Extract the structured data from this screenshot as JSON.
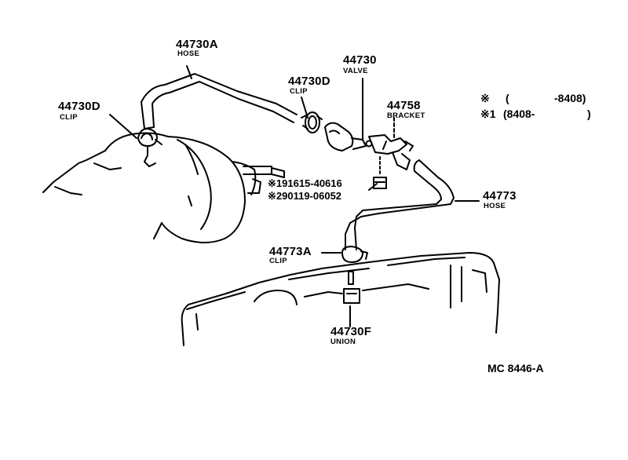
{
  "labels": {
    "hose_a": {
      "part": "44730A",
      "name": "HOSE"
    },
    "clip_d_left": {
      "part": "44730D",
      "name": "CLIP"
    },
    "clip_d_center": {
      "part": "44730D",
      "name": "CLIP"
    },
    "valve": {
      "part": "44730",
      "name": "VALVE"
    },
    "bracket": {
      "part": "44758",
      "name": "BRACKET"
    },
    "hose_b": {
      "part": "44773",
      "name": "HOSE"
    },
    "clip_a": {
      "part": "44773A",
      "name": "CLIP"
    },
    "union": {
      "part": "44730F",
      "name": "UNION"
    }
  },
  "alt_parts": [
    "※191615-40616",
    "※290119-06052"
  ],
  "legend": {
    "row1": {
      "mark": "※",
      "open": "(",
      "range": "-8408)"
    },
    "row2": {
      "mark": "※1",
      "range": "(8408-",
      "close": ")"
    }
  },
  "footer": {
    "code": "MC 8446-A"
  }
}
